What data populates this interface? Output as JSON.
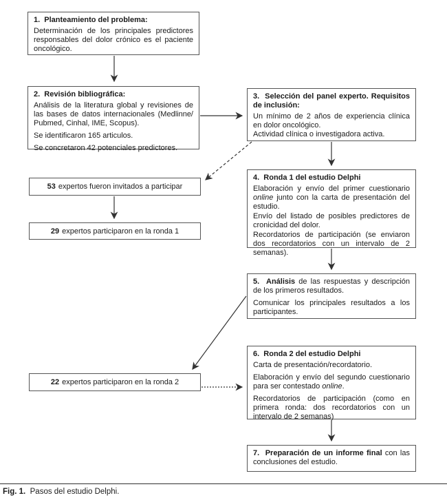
{
  "figure": {
    "caption_label": "Fig. 1.",
    "caption_text": "  Pasos del estudio Delphi."
  },
  "colors": {
    "box_border": "#545454",
    "arrow": "#333333",
    "text": "#1b1b1b",
    "background": "#ffffff"
  },
  "boxes": {
    "box1": {
      "title": "1.  Planteamiento del problema:",
      "p1": "Determinación de los principales predictores responsables del dolor crónico es el paciente oncológico."
    },
    "box2": {
      "title": "2.  Revisión bibliográfica:",
      "p1": "Análisis de la literatura global y revisiones de las bases de datos internacionales (Medlinne/ Pubmed, Cinhal, IME, Scopus).",
      "p2": "Se identificaron 165 articulos.",
      "p3": "Se concretaron 42 potenciales predictores."
    },
    "box3": {
      "title": "3.  Selección del panel experto. Requisitos de inclusión:",
      "p1": "Un mínimo de 2 años de experiencia clínica en dolor oncológico.",
      "p2": "Actividad clínica o investigadora activa."
    },
    "box4": {
      "title": "4.  Ronda 1 del estudio Delphi",
      "p1_pre": "Elaboración y envío del primer cuestionario ",
      "p1_italic": "online",
      "p1_post": " junto con la carta de presentación del estudio.",
      "p2": "Envío del listado de posibles predictores de cronicidad del dolor.",
      "p3": "Recordatorios de participación (se enviaron dos recordatorios con un intervalo de 2 semanas)."
    },
    "box5": {
      "title_bold": "5.  Análisis",
      "title_rest": " de las respuestas y descripción de los primeros resultados.",
      "p1": "Comunicar los principales resultados a los participantes."
    },
    "box6": {
      "title": "6.  Ronda 2 del estudio Delphi",
      "p1": "Carta de presentación/recordatorio.",
      "p2_pre": "Elaboración y envío del segundo cuestionario para ser contestado ",
      "p2_italic": "online",
      "p2_post": ".",
      "p3": "Recordatorios de participación (como en primera ronda: dos recordatorios con un intervalo de 2 semanas)"
    },
    "box7": {
      "title_bold": "7.  Preparación de un informe final",
      "title_rest": " con las conclusiones del estudio."
    }
  },
  "experts": {
    "invited": {
      "count": "53",
      "label": "expertos fueron invitados a participar"
    },
    "round1": {
      "count": "29",
      "label": "expertos participaron en la ronda 1"
    },
    "round2": {
      "count": "22",
      "label": "expertos participaron en la ronda 2"
    }
  }
}
